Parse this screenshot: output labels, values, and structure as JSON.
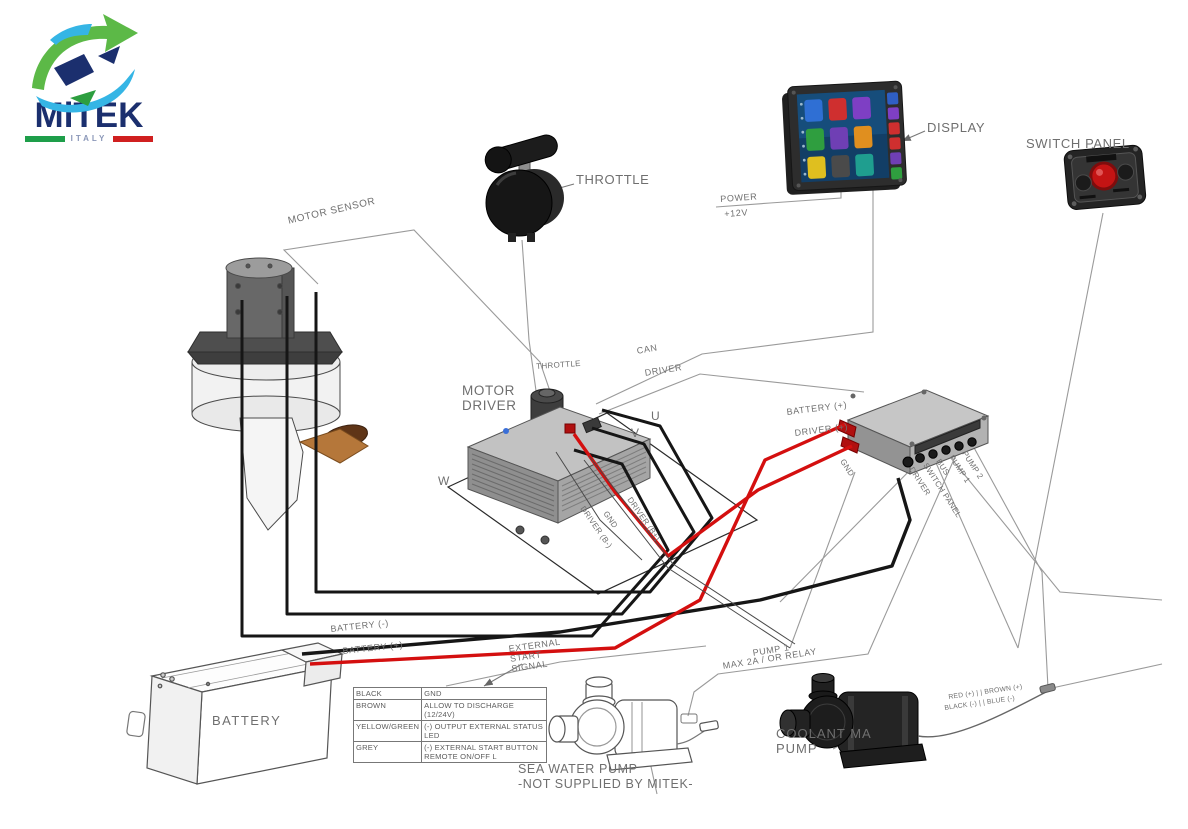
{
  "logo": {
    "brand": "MiTEK",
    "country": "ITALY"
  },
  "labels": {
    "motor_sensor": "MOTOR SENSOR",
    "throttle": "THROTTLE",
    "display": "DISPLAY",
    "switch_panel": "SWITCH PANEL",
    "power": "POWER",
    "power_voltage": "+12V",
    "motor_driver": "MOTOR DRIVER",
    "throttle_wire": "THROTTLE",
    "can_wire": "CAN",
    "driver_wire": "DRIVER",
    "phase_u": "U",
    "phase_v": "V",
    "phase_w": "W",
    "driver_b_minus": "DRIVER (B-)",
    "driver_gnd": "GND",
    "driver_b_plus": "DRIVER (B+)",
    "ctrl_battery_plus": "BATTERY (+)",
    "ctrl_driver_plus": "DRIVER (+)",
    "ctrl_gnd": "GND",
    "ctrl_driver": "DRIVER",
    "ctrl_switch_panel": "SWITCH PANEL",
    "ctrl_bus": "BUS",
    "ctrl_pump1": "PUMP 1",
    "ctrl_pump2": "PUMP 2",
    "battery_minus": "BATTERY (-)",
    "battery_plus": "BATTERY (+)",
    "battery": "BATTERY",
    "external_start": "EXTERNAL START SIGNAL",
    "pump1": "PUMP 1",
    "pump1_note": "MAX 2A / OR RELAY",
    "coolant_pump": "COOLANT MA PUMP",
    "coolant_wire_pos": "RED (+) | | BROWN (+)",
    "coolant_wire_neg": "BLACK (-) | | BLUE (-)",
    "sea_pump": "SEA WATER PUMP",
    "sea_pump_note": "-NOT SUPPLIED BY MITEK-"
  },
  "wire_table": {
    "rows": [
      {
        "color": "BLACK",
        "desc": "GND"
      },
      {
        "color": "BROWN",
        "desc": "ALLOW TO DISCHARGE (12/24V)"
      },
      {
        "color": "YELLOW/GREEN",
        "desc": "(-) OUTPUT EXTERNAL STATUS LED"
      },
      {
        "color": "GREY",
        "desc": "(-) EXTERNAL START BUTTON  REMOTE ON/OFF L"
      }
    ]
  },
  "colors": {
    "positive_wire": "#d40f0f",
    "negative_wire": "#161616",
    "leader_line": "#9a9a9a",
    "label_text": "#6f6f6f",
    "brand_navy": "#1b2f6e",
    "brand_green": "#5cb947",
    "brand_blue": "#35b5e5",
    "flag_green": "#1e9e4a",
    "flag_red": "#d02020"
  }
}
